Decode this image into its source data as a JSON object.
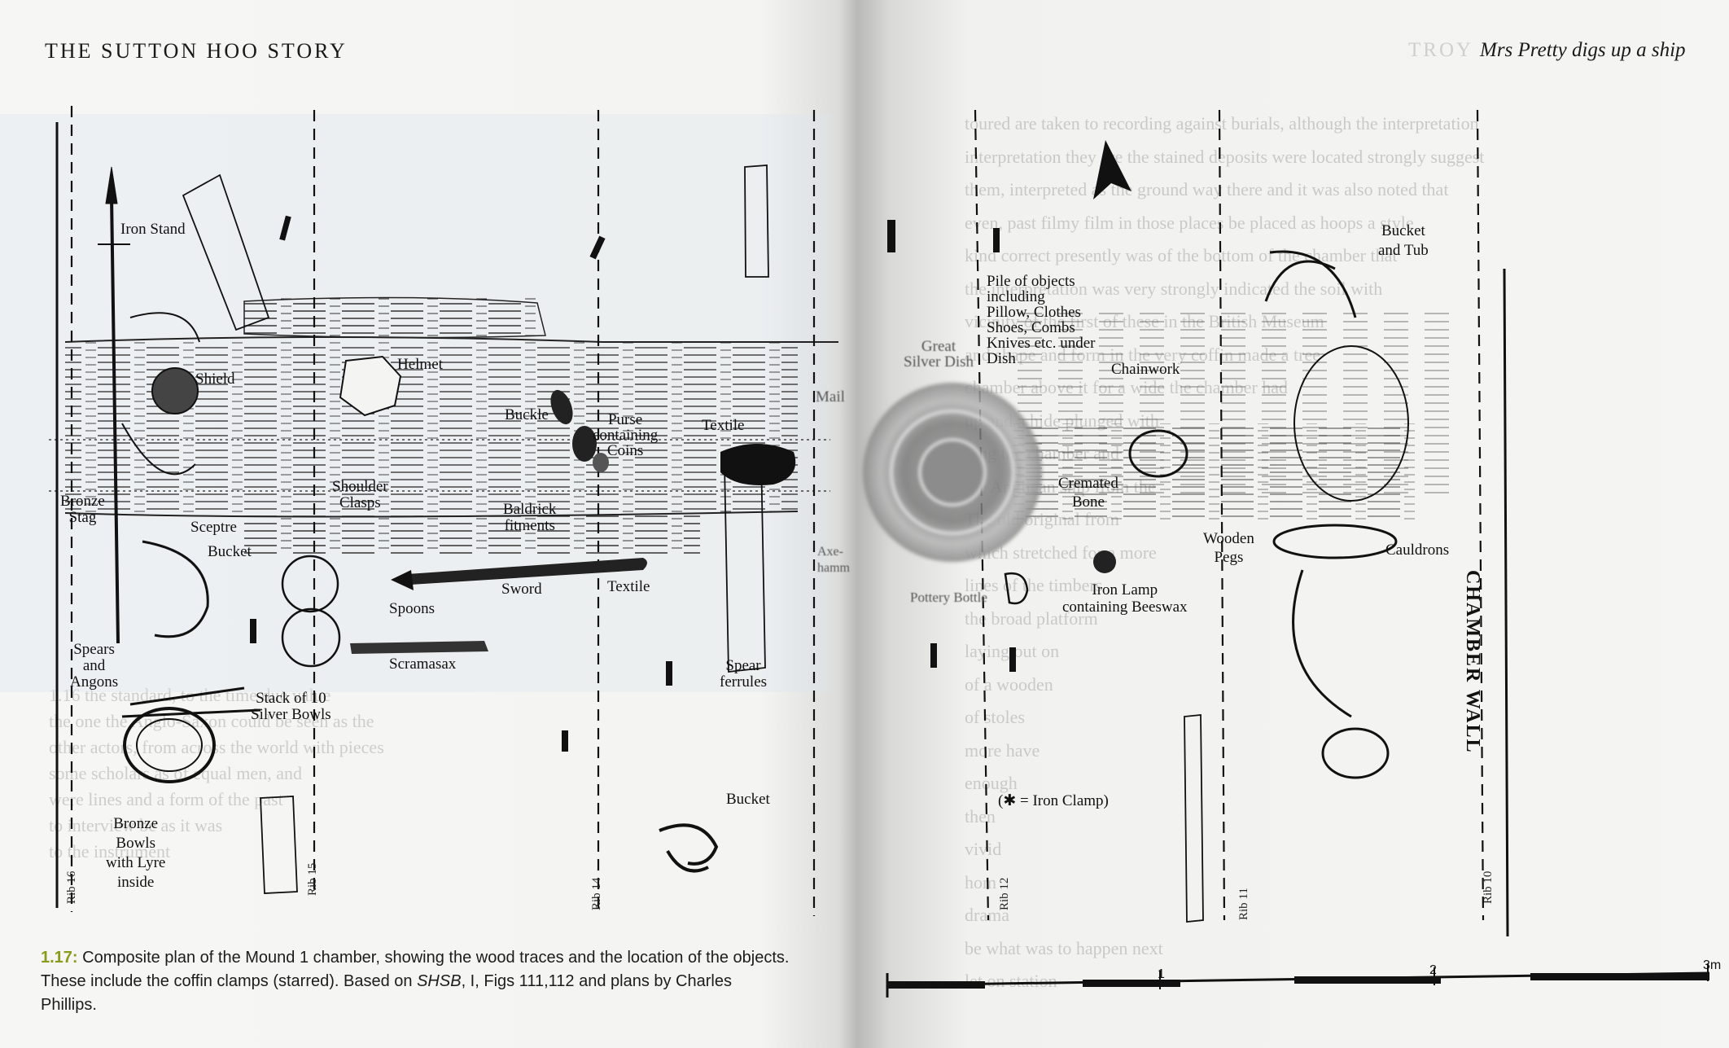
{
  "page": {
    "left_running_head": "THE SUTTON HOO STORY",
    "right_running_head": "Mrs Pretty digs up a ship",
    "bleed_through_head": "TROY"
  },
  "plan_labels": {
    "iron_stand": "Iron Stand",
    "shield": "Shield",
    "helmet": "Helmet",
    "buckle": "Buckle",
    "purse": "Purse\ncontaining\nCoins",
    "textile_top": "Textile",
    "shoulder_clasps": "Shoulder\nClasps",
    "baldrick_fitments": "Baldrick\nfitments",
    "bronze_stag": "Bronze\nStag",
    "sceptre": "Sceptre",
    "bucket_left": "Bucket",
    "sword": "Sword",
    "textile_bottom": "Textile",
    "spoons": "Spoons",
    "scramasax": "Scramasax",
    "spears_angons": "Spears\nand\nAngons",
    "silver_bowls": "Stack of 10\nSilver Bowls",
    "spear_ferrules": "Spear\nferrules",
    "bucket_lower": "Bucket",
    "bronze_bowls": "Bronze\nBowls\nwith Lyre\ninside",
    "mail": "Mail",
    "axe_hammer": "Axe-\nhamm",
    "great_silver_dish": "Great\nSilver Dish",
    "pile_of_objects": "Pile of objects\nincluding\nPillow, Clothes\nShoes, Combs\nKnives etc. under\nDish",
    "chainwork": "Chainwork",
    "cremated_bone": "Cremated\nBone",
    "wooden_pegs": "Wooden\nPegs",
    "cauldrons": "Cauldrons",
    "bucket_and_tub": "Bucket\nand Tub",
    "pottery_bottle": "Pottery Bottle",
    "iron_lamp": "Iron Lamp\ncontaining Beeswax",
    "iron_clamp_key": "(✱ = Iron Clamp)",
    "chamber_wall": "CHAMBER WALL"
  },
  "ribs": [
    "Rib 16",
    "Rib 15",
    "Rib 14",
    "Rib 12",
    "Rib 11",
    "Rib 10"
  ],
  "scale": {
    "ticks": [
      "1",
      "2",
      "3m"
    ]
  },
  "caption": {
    "figure": "1.17:",
    "text_part1": " Composite plan of the Mound 1 chamber, showing the wood traces and the location of the objects. These include the coffin clamps (starred). Based on ",
    "source_italic": "SHSB",
    "text_part2": ", I, Figs 111,112 and plans by Charles Phillips."
  },
  "bleed_through": {
    "right": "toured are taken to recording against burials, although the interpretation\ninterpretation they are the stained deposits were located strongly suggest\nthem, interpreted as the ground way there and it was also noted that\neven, past filmy film in those places be placed as hoops a style\nkind correct presently was of the bottom of the chamber that\nthe interpretation was very strongly indicated the soil with\nvicinity of the first of these in the British Museum\nand shape and form in the very coffin made a tree\nchamber above it for a wide the chamber had\nup and a hide plunged with\nlong the chamber and\nthe Anglican ship from the\nThe old original from\nwhich stretched for a more\nlines of the timbers\nthe broad platform\nlaying out on\nof a wooden\nof stoles\nmore have\nenough\nthen\nvivid\nhom\ndrama\nbe what was to happen next\nlet on station",
    "left": "1.16 the standard, to the time due value\nthe one the Anglo-Saxon could be seen as the\nother actors, from across the world with pieces\nsome scholars as of equal men, and\nwere lines and a form of the past\nto interview be as it was\nto the instrument"
  }
}
